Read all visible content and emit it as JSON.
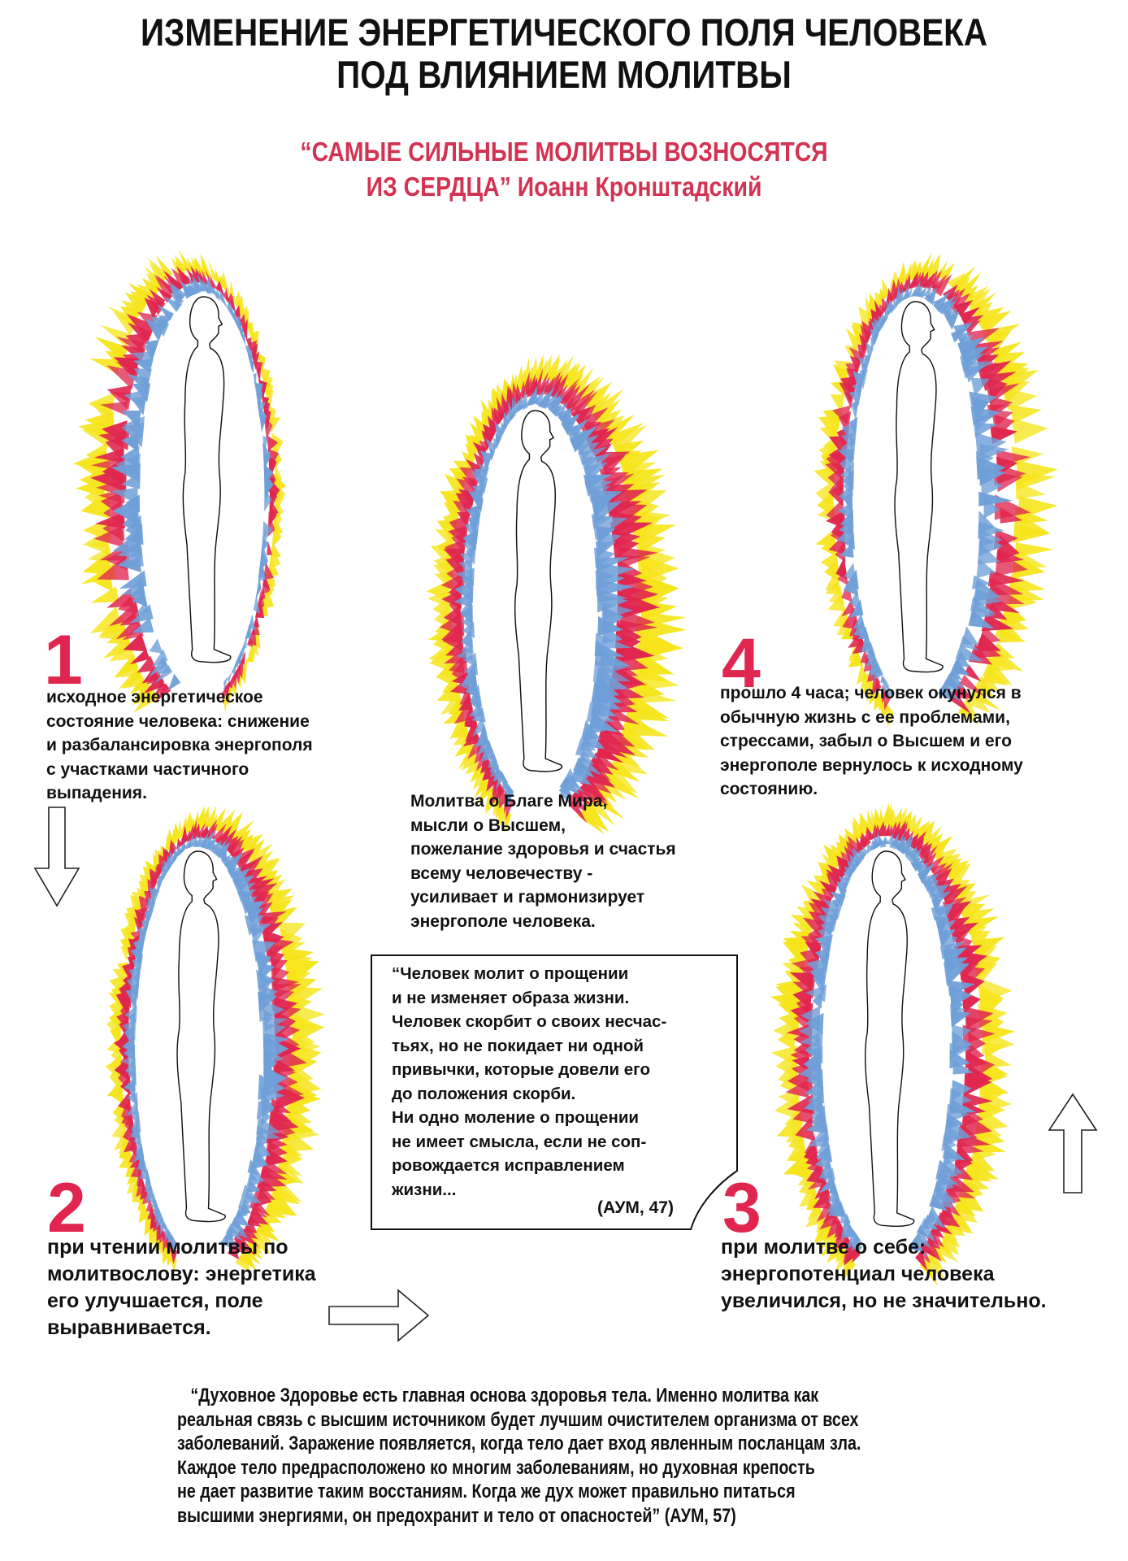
{
  "header": {
    "title_lines": [
      "ИЗМЕНЕНИЕ ЭНЕРГЕТИЧЕСКОГО ПОЛЯ ЧЕЛОВЕКА",
      "ПОД ВЛИЯНИЕМ МОЛИТВЫ"
    ],
    "epigraph_lines": [
      "“САМЫЕ СИЛЬНЫЕ МОЛИТВЫ ВОЗНОСЯТСЯ",
      "ИЗ СЕРДЦА” Иоанн Кронштадский"
    ]
  },
  "stages": [
    {
      "number": "1",
      "text": "исходное энергетическое\nсостояние человека: снижение\nи разбалансировка энергополя\nс участками частичного\nвыпадения."
    },
    {
      "number": "2",
      "text": "при чтении молитвы по\nмолитвослову: энергетика\nего улучшается, поле\nвыравнивается."
    },
    {
      "number": "3",
      "text": "при молитве о себе:\nэнергопотенциал человека\nувеличился, но не значительно."
    },
    {
      "number": "4",
      "text": "прошло 4 часа; человек окунулся в\nобычную жизнь с ее проблемами,\nстрессами, забыл о Высшем и его\nэнергополе вернулось к исходному\nсостоянию."
    }
  ],
  "center_caption": "Молитва о Благе Мира,\nмысли о Высшем,\nпожелание здоровья и счастья\nвсему человечеству -\nусиливает и гармонизирует\nэнергополе человека.",
  "quote_box": {
    "text": "“Человек молит о прощении\nи не изменяет образа жизни.\nЧеловек скорбит о своих несчас-\nтьях, но не покидает ни одной\nпривычки, которые довели его\nдо положения скорби.\nНи одно моление о прощении\nне имеет смысла, если не соп-\nровождается исправлением\nжизни...",
    "source": "(АУМ, 47)"
  },
  "bottom_quote": "   “Духовное Здоровье есть главная основа здоровья тела. Именно молитва как\nреальная связь с высшим источником будет лучшим очистителем организма от всех\nзаболеваний. Заражение появляется, когда тело дает вход явленным посланцам зла.\nКаждое тело предрасположено ко многим заболеваниям, но духовная крепость\nне дает развитие таким восстаниям. Когда же дух может правильно питаться\nвысшими энергиями, он предохранит и тело от опасностей” (АУМ, 57)",
  "colors": {
    "accent": "#e0264f",
    "aura_yellow": "#f6e51c",
    "aura_red": "#e0264f",
    "aura_blue": "#6f9fd8"
  },
  "icons": [
    "arrow-down-icon",
    "arrow-right-icon",
    "arrow-up-icon"
  ]
}
